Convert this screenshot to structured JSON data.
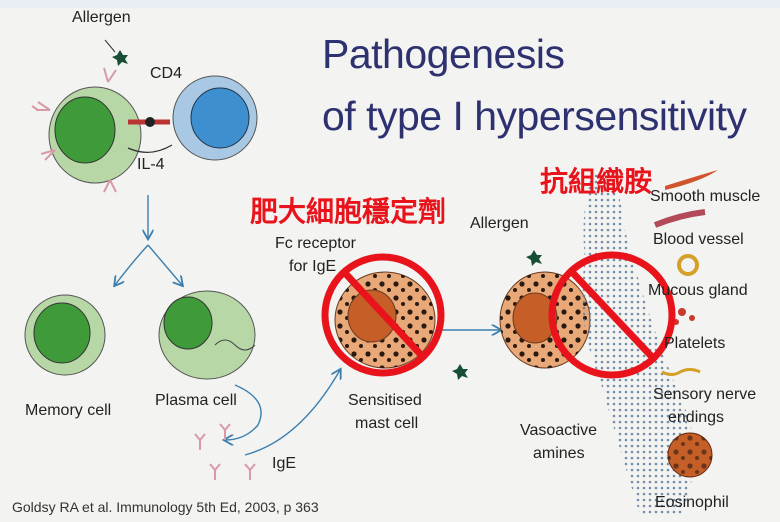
{
  "title": {
    "line1": "Pathogenesis",
    "line2": "of type I hypersensitivity"
  },
  "labels": {
    "allergen_top": "Allergen",
    "cd4": "CD4",
    "il4": "IL-4",
    "memory_cell": "Memory cell",
    "plasma_cell": "Plasma cell",
    "ige": "IgE",
    "fc_receptor_1": "Fc receptor",
    "fc_receptor_2": "for IgE",
    "sensitised_1": "Sensitised",
    "sensitised_2": "mast cell",
    "allergen_right": "Allergen",
    "vasoactive_1": "Vasoactive",
    "vasoactive_2": "amines"
  },
  "targets": [
    "Smooth muscle",
    "Blood vessel",
    "Mucous gland",
    "Platelets",
    "Sensory nerve",
    "endings",
    "Eosinophil"
  ],
  "annotations": {
    "mast_cell_stabilizer": "肥大細胞穩定劑",
    "antihistamine": "抗組織胺"
  },
  "citation": "Goldsy RA et al.  Immunology 5th Ed, 2003, p 363",
  "colors": {
    "title": "#2d3170",
    "annotation_red": "#e8131b",
    "b_cell": "#3f9a3a",
    "t_cell": "#3d8fd0",
    "mast_cell": "#e9a878"
  }
}
